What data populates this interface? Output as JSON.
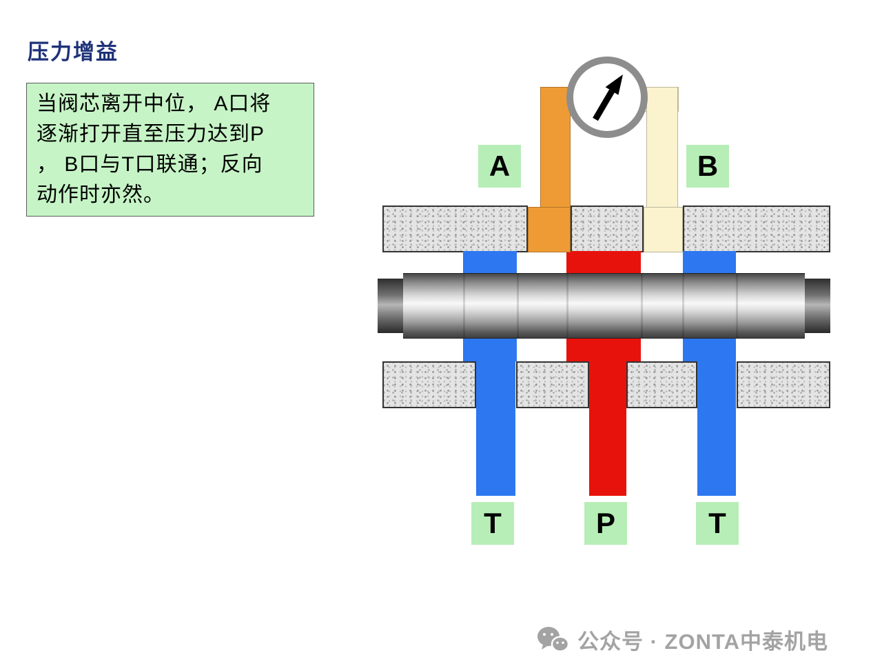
{
  "slide": {
    "background": "#ffffff"
  },
  "title": {
    "text": "压力增益",
    "color": "#1f3279"
  },
  "note": {
    "bg": "#c6f4c6",
    "lines": [
      "当阀芯离开中位， A口将",
      "逐渐打开直至压力达到P",
      "， B口与T口联通；反向",
      "动作时亦然。"
    ]
  },
  "diagram": {
    "port_labels": {
      "a": "A",
      "b": "B",
      "t_left": "T",
      "p": "P",
      "t_right": "T"
    },
    "label_bg": "#b7eeb7",
    "colors": {
      "pipe_a_orange": "#ef9b35",
      "pipe_b_cream": "#faf3cd",
      "pressure_red": "#e8120c",
      "tank_blue": "#2d78f0"
    },
    "icons": {
      "gauge": "pressure-gauge-icon"
    }
  },
  "watermark": {
    "text": "公众号 · ZONTA中泰机电",
    "color": "#a3a3a3",
    "icon": "wechat-bubbles-icon"
  }
}
